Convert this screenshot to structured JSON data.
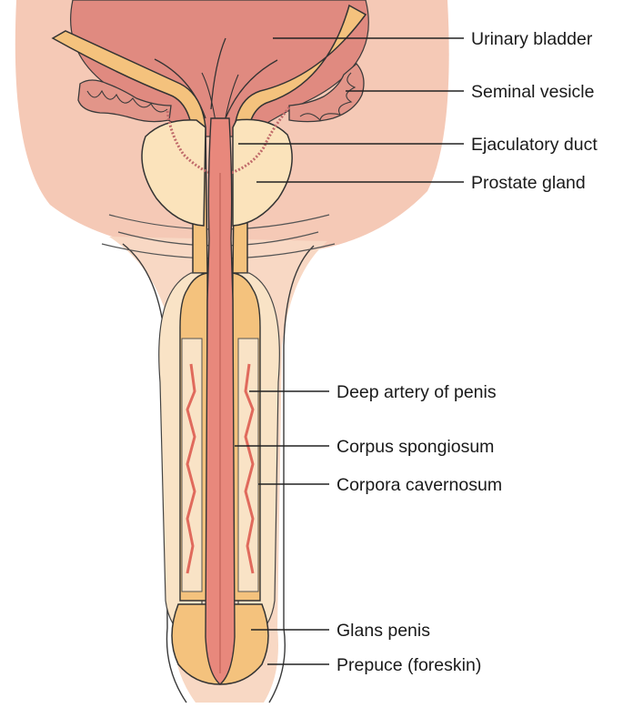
{
  "labels": {
    "urinary_bladder": "Urinary bladder",
    "seminal_vesicle": "Seminal vesicle",
    "ejaculatory_duct": "Ejaculatory duct",
    "prostate_gland": "Prostate gland",
    "deep_artery": "Deep artery of penis",
    "corpus_spongiosum": "Corpus spongiosum",
    "corpora_cavernosum": "Corpora cavernosum",
    "glans_penis": "Glans penis",
    "prepuce": "Prepuce (foreskin)"
  },
  "colors": {
    "background": "#ffffff",
    "pelvis_skin": "#f5c9b6",
    "bladder": "#e08a80",
    "urethra": "#e8887c",
    "bone_band": "#f4c27d",
    "gland": "#fbe3bb",
    "cavernosum": "#f7dcb0",
    "artery": "#e06a5c",
    "outline": "#2a2a2a"
  }
}
